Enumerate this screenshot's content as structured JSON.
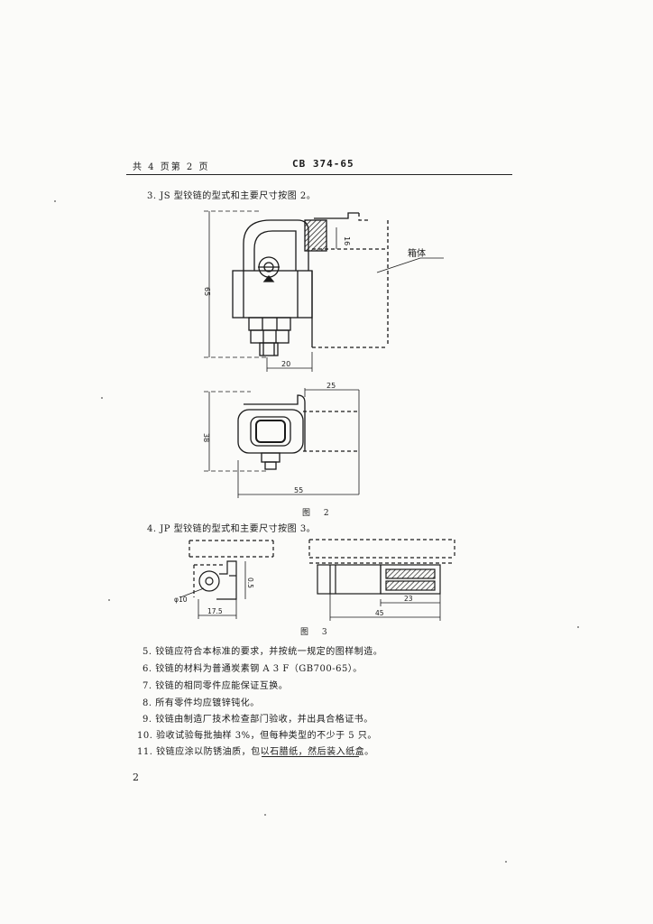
{
  "header": {
    "left": "共 4 页第 2 页",
    "center": "CB 374-65"
  },
  "sections": {
    "s3": "3. JS 型铰链的型式和主要尺寸按图 2。",
    "s4": "4. JP 型铰链的型式和主要尺寸按图 3。"
  },
  "figure2": {
    "caption": "图  2",
    "label_box": "箱体",
    "dims": {
      "d16": "16",
      "d65": "65",
      "d20": "20",
      "d25": "25",
      "d38": "38",
      "d55": "55"
    }
  },
  "figure3": {
    "caption": "图  3",
    "dims": {
      "d05": "0.5",
      "d10": "φ10",
      "d17": "17.5",
      "d23": "23",
      "d45": "45"
    }
  },
  "clauses": [
    "5. 铰链应符合本标准的要求，并按统一规定的图样制造。",
    "6. 铰链的材料为普通炭素钢 A 3 F（GB700-65）。",
    "7. 铰链的相同零件应能保证互换。",
    "8. 所有零件均应镀锌钝化。",
    "9. 铰链由制造厂技术检查部门验收，并出具合格证书。",
    "10. 验收试验每批抽样 3%，但每种类型的不少于 5 只。",
    "11. 铰链应涂以防锈油质，包以石腊纸，然后装入纸盒。"
  ],
  "page_number": "2"
}
